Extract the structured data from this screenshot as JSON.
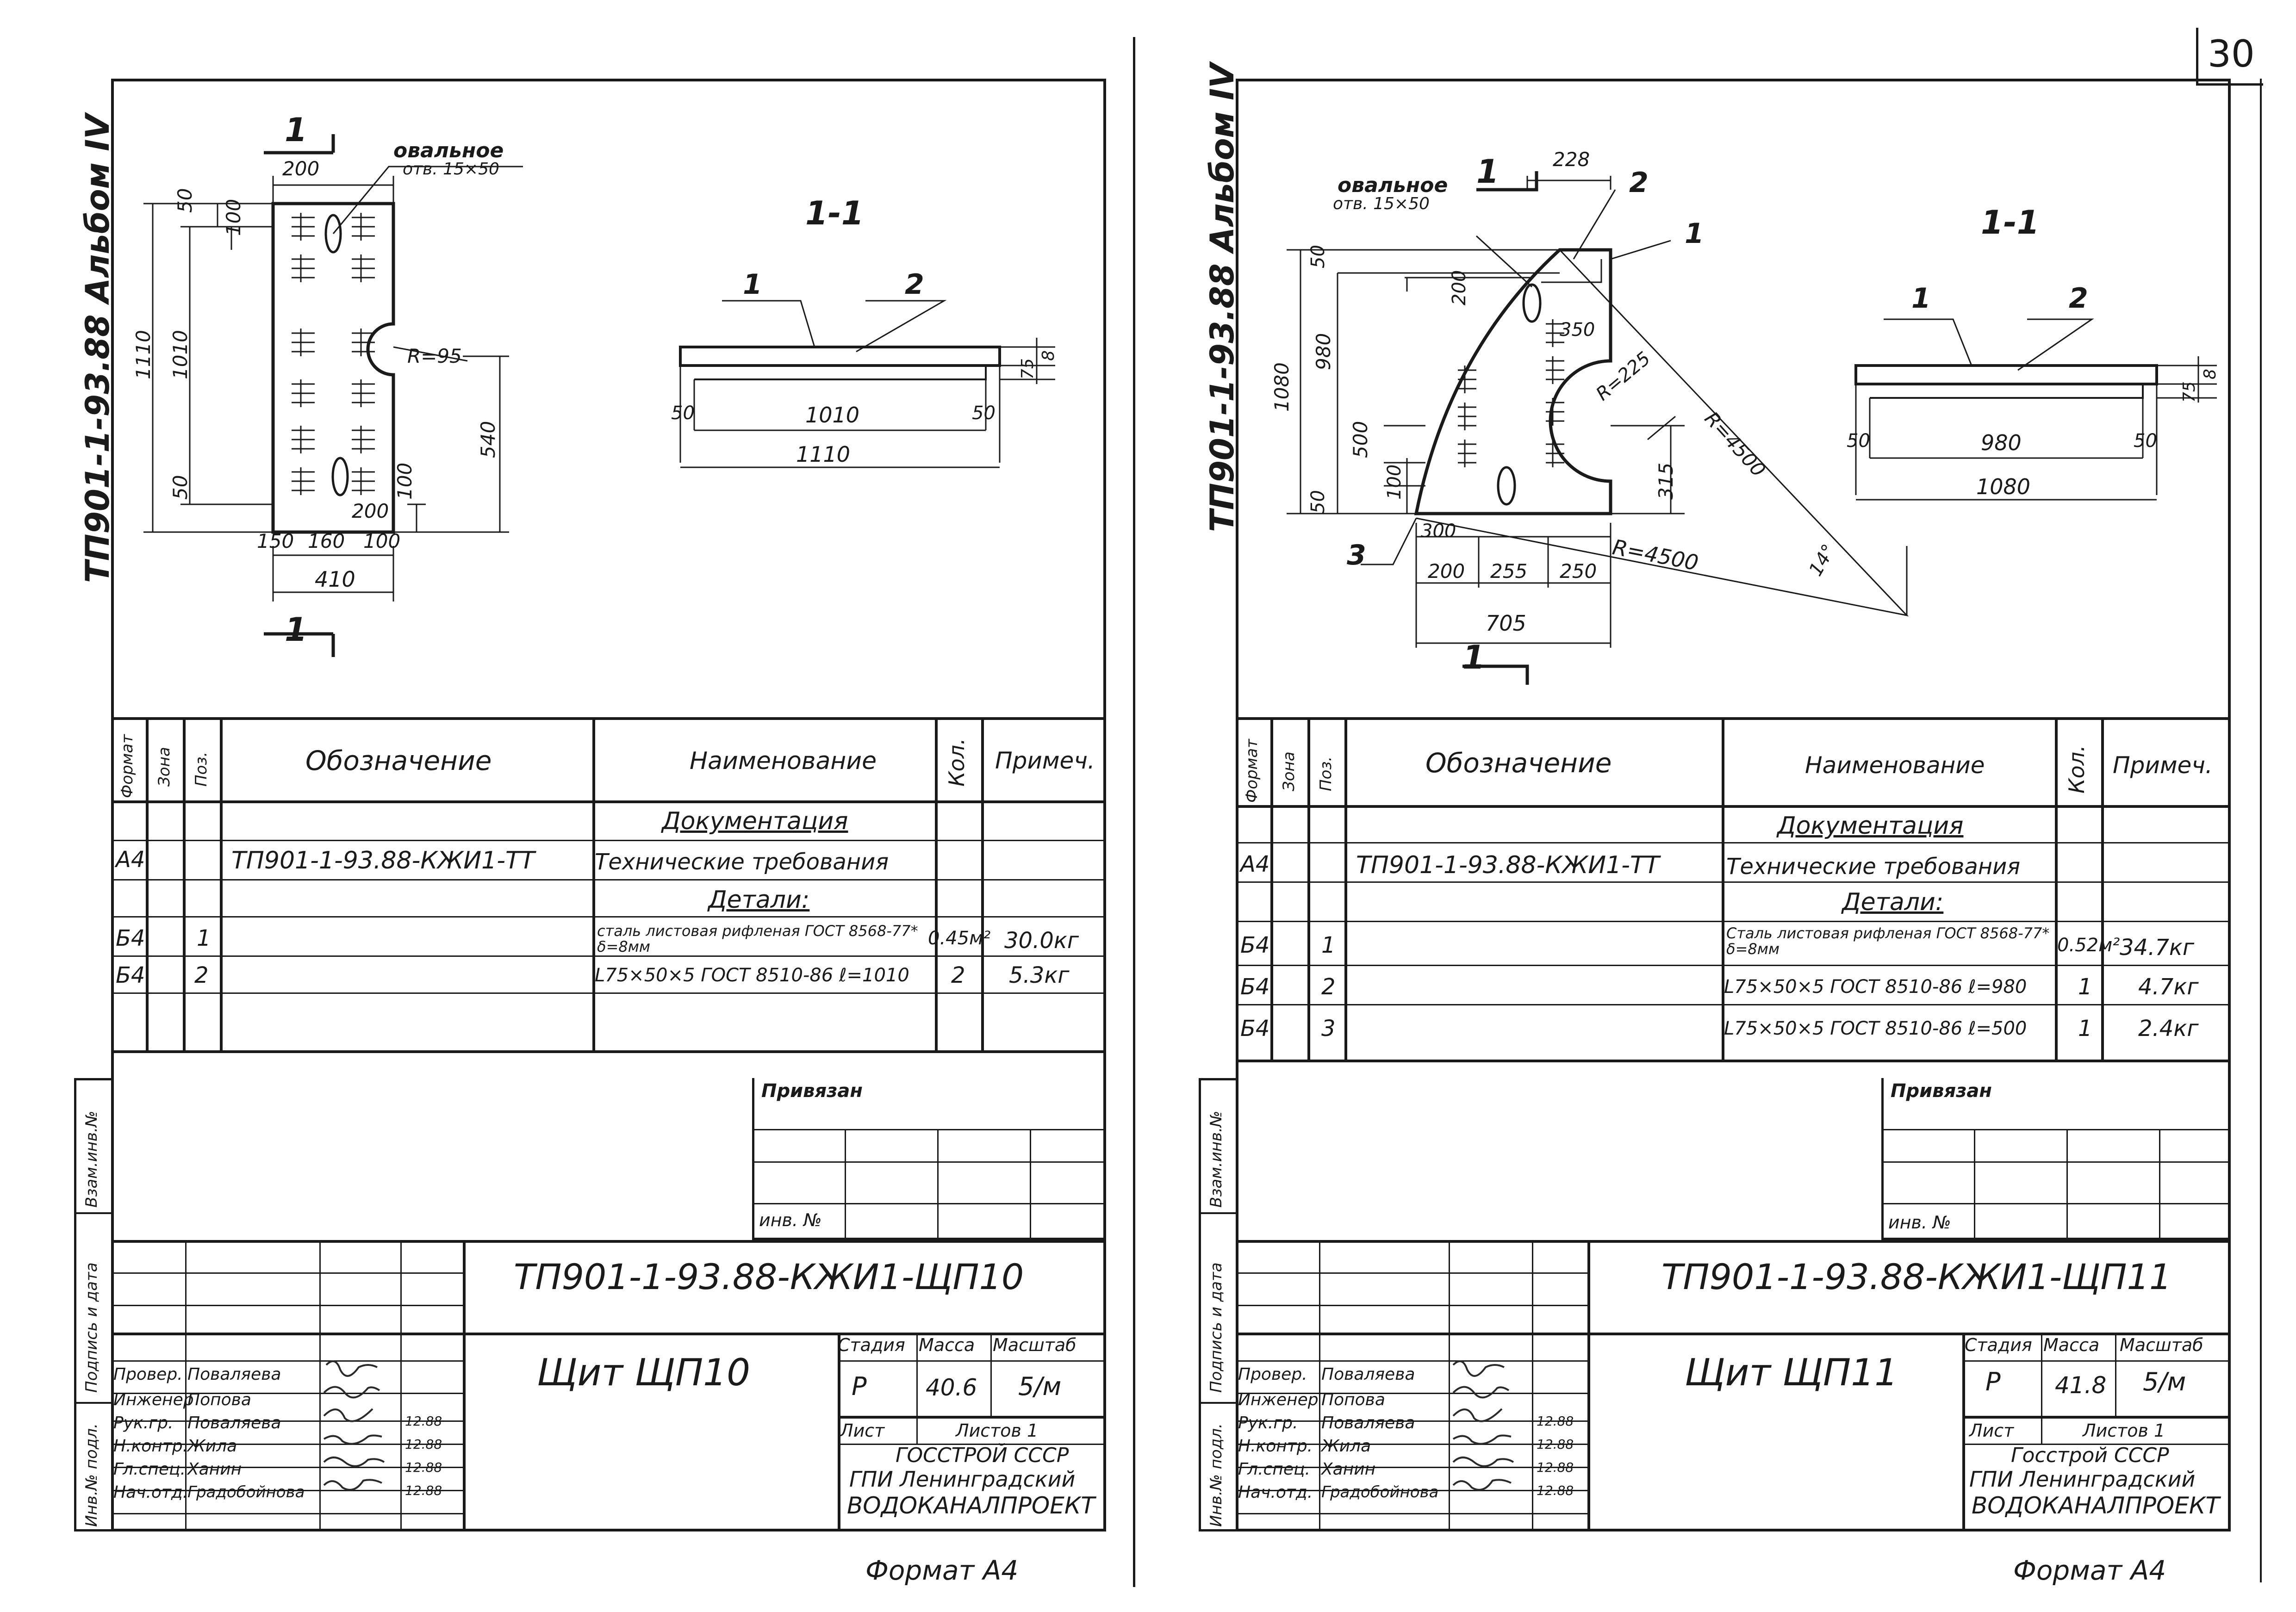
{
  "page_number": "30",
  "sheets": [
    {
      "side_album": "ТП901-1-93.88  Альбом IV",
      "drawing": {
        "hole_label": "овальное",
        "hole_size": "отв. 15×50",
        "section_mark": "1",
        "section_title": "1-1",
        "dims": {
          "d200_top": "200",
          "d50_top": "50",
          "d100_top": "100",
          "d1110": "1110",
          "d1010": "1010",
          "d50_bot": "50",
          "r95": "R=95",
          "d540": "540",
          "d100_right": "100",
          "d200_bot": "200",
          "d150": "150",
          "d160": "160",
          "d100_b": "100",
          "d410": "410",
          "s_d1010": "1010",
          "s_d1110": "1110",
          "s_d50l": "50",
          "s_d50r": "50",
          "s_d75": "75",
          "s_d8": "8",
          "pos1": "1",
          "pos2": "2"
        }
      },
      "spec_headers": [
        "Формат",
        "Зона",
        "Поз.",
        "Обозначение",
        "Наименование",
        "Кол.",
        "Примеч."
      ],
      "spec_rows": [
        {
          "fmt": "",
          "zone": "",
          "pos": "",
          "code": "",
          "name": "Документация",
          "qty": "",
          "note": "",
          "title": true
        },
        {
          "fmt": "А4",
          "zone": "",
          "pos": "",
          "code": "ТП901-1-93.88-КЖИ1-ТТ",
          "name": "Технические требования",
          "qty": "",
          "note": ""
        },
        {
          "fmt": "",
          "zone": "",
          "pos": "",
          "code": "",
          "name": "Детали:",
          "qty": "",
          "note": "",
          "title": true
        },
        {
          "fmt": "Б4",
          "zone": "",
          "pos": "1",
          "code": "",
          "name": "сталь листовая рифленая ГОСТ 8568-77* δ=8мм",
          "qty": "0.45м²",
          "note": "30.0кг"
        },
        {
          "fmt": "Б4",
          "zone": "",
          "pos": "2",
          "code": "",
          "name": "L75×50×5 ГОСТ 8510-86 ℓ=1010",
          "qty": "2",
          "note": "5.3кг"
        },
        {
          "fmt": "",
          "zone": "",
          "pos": "",
          "code": "",
          "name": "",
          "qty": "",
          "note": ""
        }
      ],
      "side_labels": [
        "Взам.инв.№",
        "Подпись и дата",
        "Инв.№ подл."
      ],
      "linked": "Привязан",
      "inv_no": "инв. №",
      "doc_code": "ТП901-1-93.88-КЖИ1-ЩП10",
      "item_title": "Щит ЩП10",
      "stage_headers": [
        "Стадия",
        "Масса",
        "Масштаб"
      ],
      "stage_values": [
        "Р",
        "40.6",
        "5/м"
      ],
      "sheet_label": "Лист",
      "sheets_label": "Листов 1",
      "org": [
        "ГОССТРОЙ СССР",
        "ГПИ Ленинградский",
        "ВОДОКАНАЛПРОЕКТ"
      ],
      "staff": [
        {
          "role": "Провер.",
          "name": "Поваляева",
          "date": ""
        },
        {
          "role": "Инженер",
          "name": "Попова",
          "date": ""
        },
        {
          "role": "Рук.гр.",
          "name": "Поваляева",
          "date": "12.88"
        },
        {
          "role": "Н.контр.",
          "name": "Жила",
          "date": "12.88"
        },
        {
          "role": "Гл.спец.",
          "name": "Ханин",
          "date": "12.88"
        },
        {
          "role": "Нач.отд.",
          "name": "Градобойнова",
          "date": "12.88"
        }
      ],
      "format": "Формат А4"
    },
    {
      "side_album": "ТП901-1-93.88  Альбом IV",
      "drawing": {
        "hole_label": "овальное",
        "hole_size": "отв. 15×50",
        "section_mark": "1",
        "section_title": "1-1",
        "dims": {
          "d228": "228",
          "p2": "2",
          "p1": "1",
          "p3": "3",
          "d50": "50",
          "d200": "200",
          "d350": "350",
          "d1080": "1080",
          "d980": "980",
          "r225": "R=225",
          "r4500a": "R=4500",
          "r4500b": "R=4500",
          "d500": "500",
          "d100": "100",
          "d50b": "50",
          "d315": "315",
          "d300": "300",
          "d200b": "200",
          "d255": "255",
          "d250": "250",
          "d705": "705",
          "ang": "14°",
          "s_d980": "980",
          "s_d1080": "1080",
          "s_d50l": "50",
          "s_d50r": "50",
          "s_d75": "75",
          "s_d8": "8"
        }
      },
      "spec_headers": [
        "Формат",
        "Зона",
        "Поз.",
        "Обозначение",
        "Наименование",
        "Кол.",
        "Примеч."
      ],
      "spec_rows": [
        {
          "fmt": "",
          "zone": "",
          "pos": "",
          "code": "",
          "name": "Документация",
          "qty": "",
          "note": "",
          "title": true
        },
        {
          "fmt": "А4",
          "zone": "",
          "pos": "",
          "code": "ТП901-1-93.88-КЖИ1-ТТ",
          "name": "Технические требования",
          "qty": "",
          "note": ""
        },
        {
          "fmt": "",
          "zone": "",
          "pos": "",
          "code": "",
          "name": "Детали:",
          "qty": "",
          "note": "",
          "title": true
        },
        {
          "fmt": "Б4",
          "zone": "",
          "pos": "1",
          "code": "",
          "name": "Сталь листовая рифленая ГОСТ 8568-77* δ=8мм",
          "qty": "0.52м²",
          "note": "34.7кг"
        },
        {
          "fmt": "Б4",
          "zone": "",
          "pos": "2",
          "code": "",
          "name": "L75×50×5 ГОСТ 8510-86 ℓ=980",
          "qty": "1",
          "note": "4.7кг"
        },
        {
          "fmt": "Б4",
          "zone": "",
          "pos": "3",
          "code": "",
          "name": "L75×50×5 ГОСТ 8510-86 ℓ=500",
          "qty": "1",
          "note": "2.4кг"
        }
      ],
      "side_labels": [
        "Взам.инв.№",
        "Подпись и дата",
        "Инв.№ подл."
      ],
      "linked": "Привязан",
      "inv_no": "инв. №",
      "doc_code": "ТП901-1-93.88-КЖИ1-ЩП11",
      "item_title": "Щит ЩП11",
      "stage_headers": [
        "Стадия",
        "Масса",
        "Масштаб"
      ],
      "stage_values": [
        "Р",
        "41.8",
        "5/м"
      ],
      "sheet_label": "Лист",
      "sheets_label": "Листов 1",
      "org": [
        "Госстрой СССР",
        "ГПИ Ленинградский",
        "ВОДОКАНАЛПРОЕКТ"
      ],
      "staff": [
        {
          "role": "Провер.",
          "name": "Поваляева",
          "date": ""
        },
        {
          "role": "Инженер",
          "name": "Попова",
          "date": ""
        },
        {
          "role": "Рук.гр.",
          "name": "Поваляева",
          "date": "12.88"
        },
        {
          "role": "Н.контр.",
          "name": "Жила",
          "date": "12.88"
        },
        {
          "role": "Гл.спец.",
          "name": "Ханин",
          "date": "12.88"
        },
        {
          "role": "Нач.отд.",
          "name": "Градобойнова",
          "date": "12.88"
        }
      ],
      "format": "Формат А4"
    }
  ]
}
